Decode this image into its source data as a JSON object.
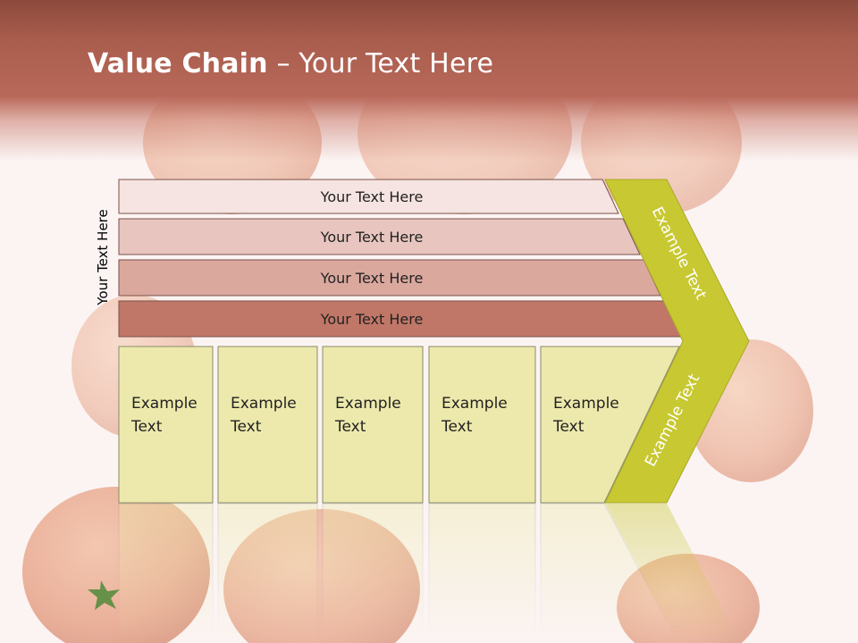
{
  "slide": {
    "title_bold": "Value Chain",
    "title_rest": " – Your Text Here",
    "side_label": "Your Text Here",
    "bars": [
      {
        "label": "Your Text Here",
        "color": "#f5e4e1"
      },
      {
        "label": "Your Text Here",
        "color": "#e8c6bf"
      },
      {
        "label": "Your Text Here",
        "color": "#dba89e"
      },
      {
        "label": "Your Text Here",
        "color": "#c07767"
      }
    ],
    "columns": [
      {
        "label": "Example Text"
      },
      {
        "label": "Example Text"
      },
      {
        "label": "Example Text"
      },
      {
        "label": "Example Text"
      },
      {
        "label": "Example Text"
      }
    ],
    "arrow": {
      "upper_label": "Example Text",
      "lower_label": "Example Text",
      "color": "#c8c832"
    },
    "column_color": "#ede9ac",
    "header_color": "#a95d4d"
  }
}
